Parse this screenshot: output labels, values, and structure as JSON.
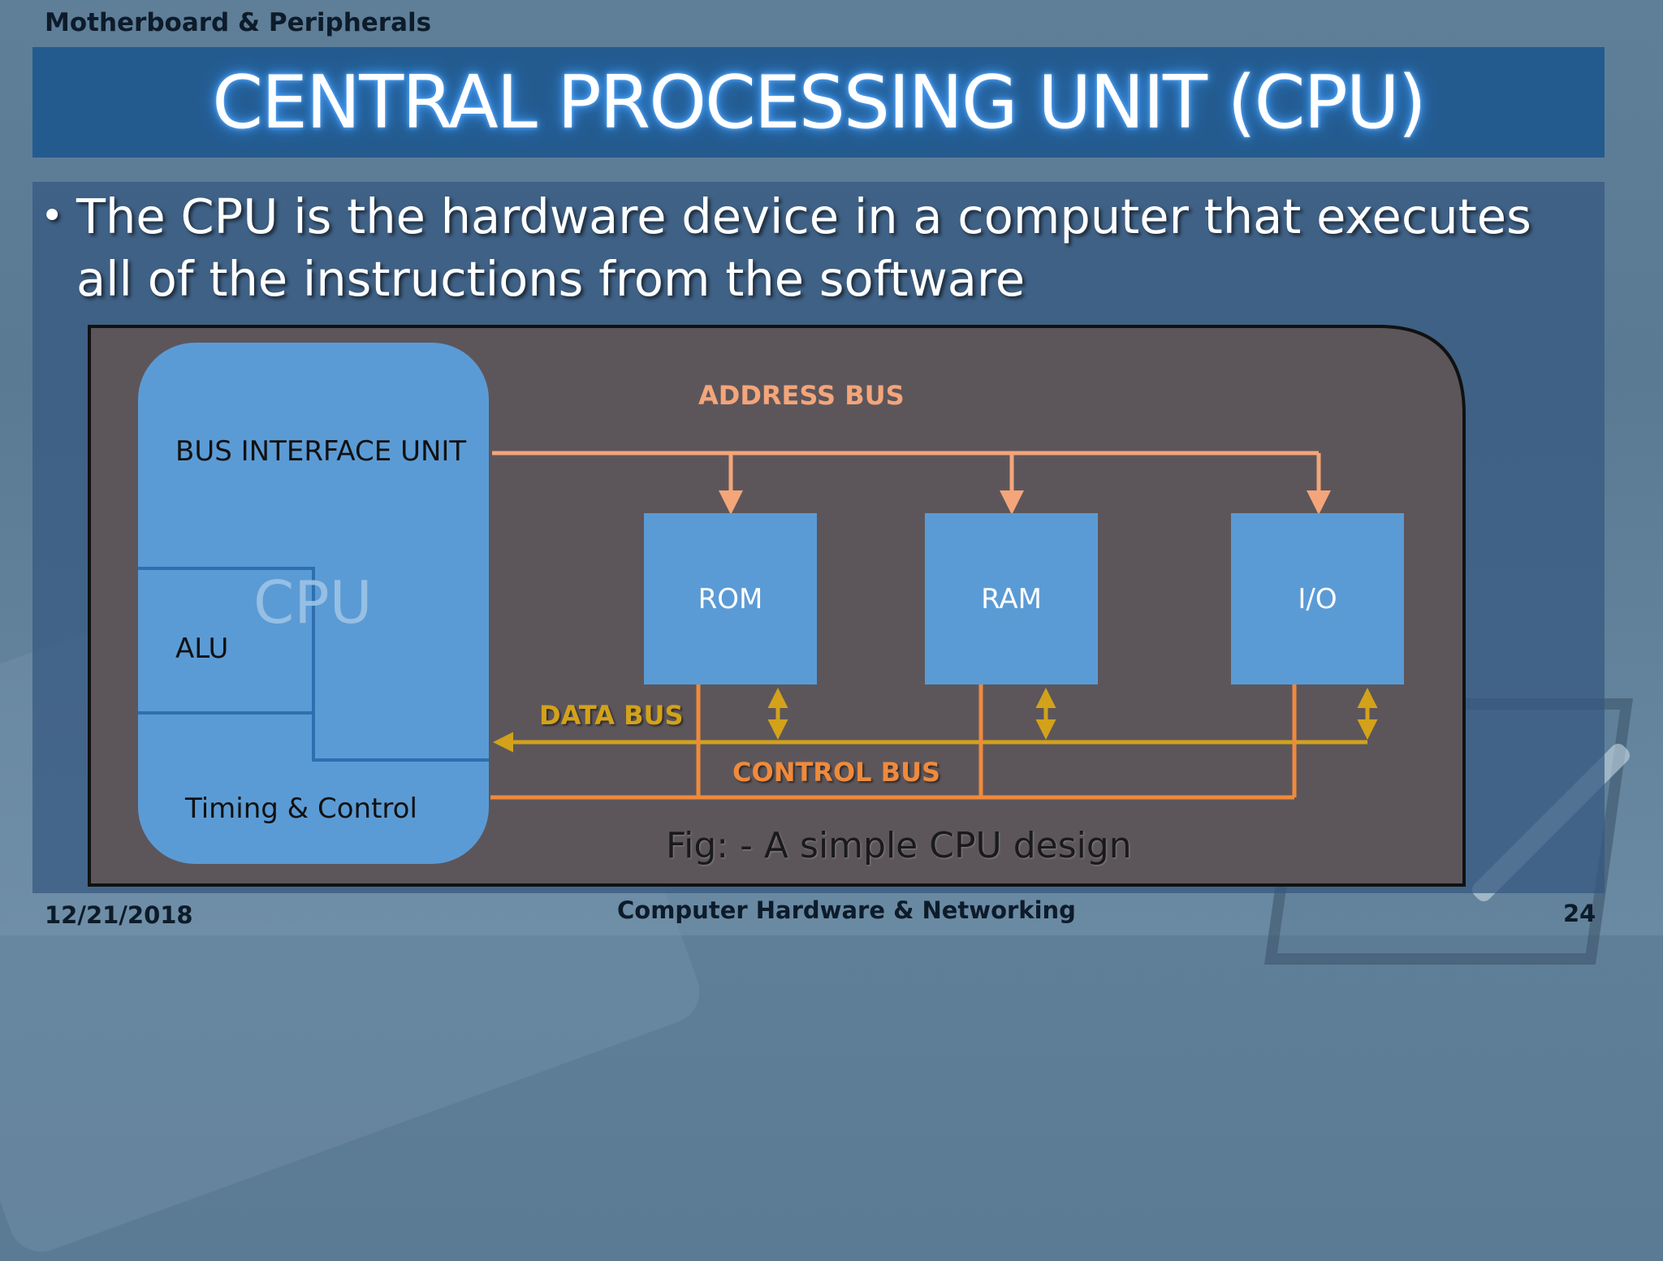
{
  "header": {
    "subject": "Motherboard & Peripherals"
  },
  "slide": {
    "title": "CENTRAL PROCESSING UNIT (CPU)",
    "bullet": "The CPU is the hardware device in a computer that executes all of the instructions from the software"
  },
  "diagram": {
    "cpu_watermark": "CPU",
    "cpu_blocks": {
      "bus_interface": "BUS INTERFACE UNIT",
      "alu": "ALU",
      "timing": "Timing & Control"
    },
    "devices": [
      "ROM",
      "RAM",
      "I/O"
    ],
    "buses": {
      "address": "ADDRESS BUS",
      "data": "DATA BUS",
      "control": "CONTROL BUS"
    },
    "caption": "Fig: - A simple CPU design",
    "colors": {
      "address_bus": "#f4a57a",
      "data_bus": "#d3a21a",
      "control_bus": "#ef8a3c",
      "block_fill": "#5b9bd5",
      "panel_fill": "#5c565b"
    }
  },
  "footer": {
    "date": "12/21/2018",
    "course": "Computer Hardware & Networking",
    "page": "24"
  }
}
